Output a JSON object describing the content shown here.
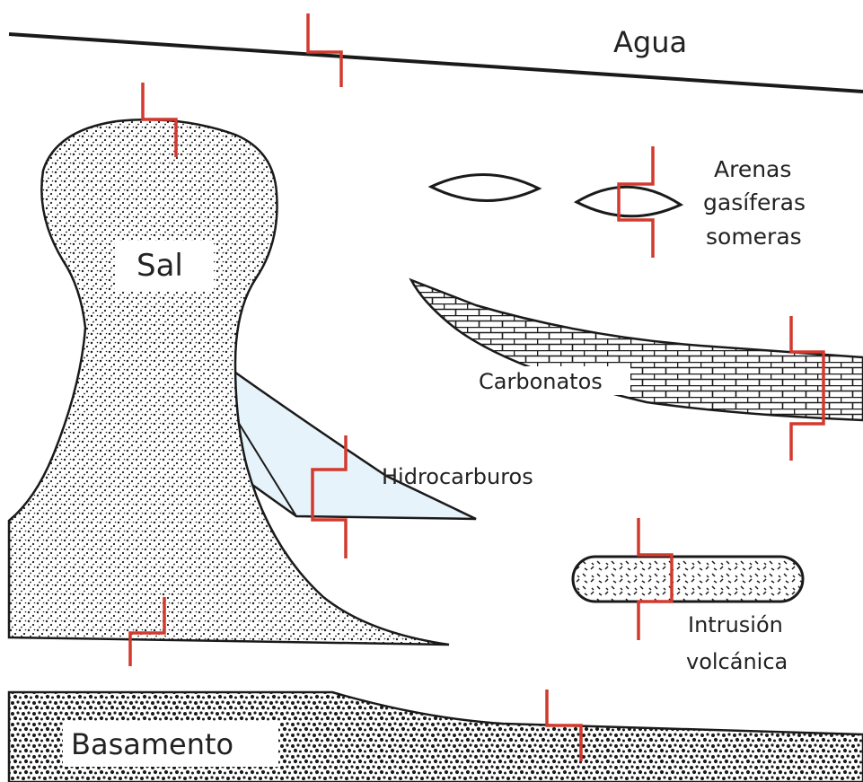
{
  "labels": {
    "water": "Agua",
    "salt": "Sal",
    "shallow_gas_sands_line1": "Arenas",
    "shallow_gas_sands_line2": "gasíferas",
    "shallow_gas_sands_line3": "someras",
    "carbonates": "Carbonatos",
    "hydrocarbons": "Hidrocarburos",
    "volcanic_intrusion_line1": "Intrusión",
    "volcanic_intrusion_line2": "volcánica",
    "basement": "Basamento"
  },
  "colors": {
    "outline": "#1a1a1a",
    "marker_red": "#d23a2e",
    "hydrocarbon_fill": "#e6f3fa",
    "background": "#ffffff"
  }
}
